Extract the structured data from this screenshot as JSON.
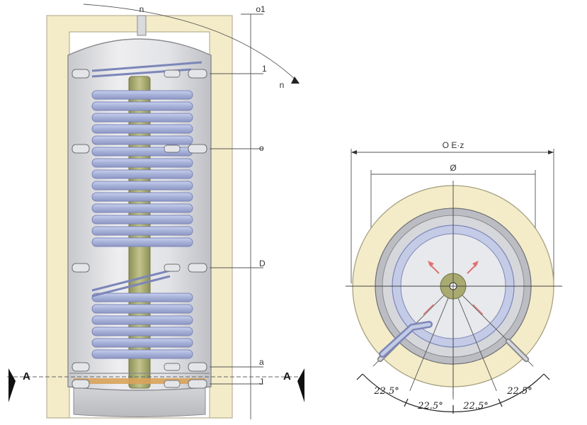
{
  "side_view": {
    "top_mark": "n",
    "top_right_mark": "o1",
    "arc_mark": "n",
    "level_marks": [
      "1",
      "o",
      "D",
      "a",
      "J"
    ],
    "section_left": "A",
    "section_right": "A"
  },
  "plan_view": {
    "outer_diameter_label": "O E·z",
    "inner_diameter_label": "Ø",
    "angle_labels": [
      "22.5°",
      "22.5°",
      "22.5°",
      "22.5°"
    ]
  },
  "colors": {
    "insulation": "#f4ecc8",
    "tank_body": "#dcdde0",
    "coil": "#aeb9dc",
    "coil_edge": "#7c86b8",
    "anode": "#a8aa70",
    "bottom_band": "#d9a35a",
    "arrow": "#e07070"
  }
}
